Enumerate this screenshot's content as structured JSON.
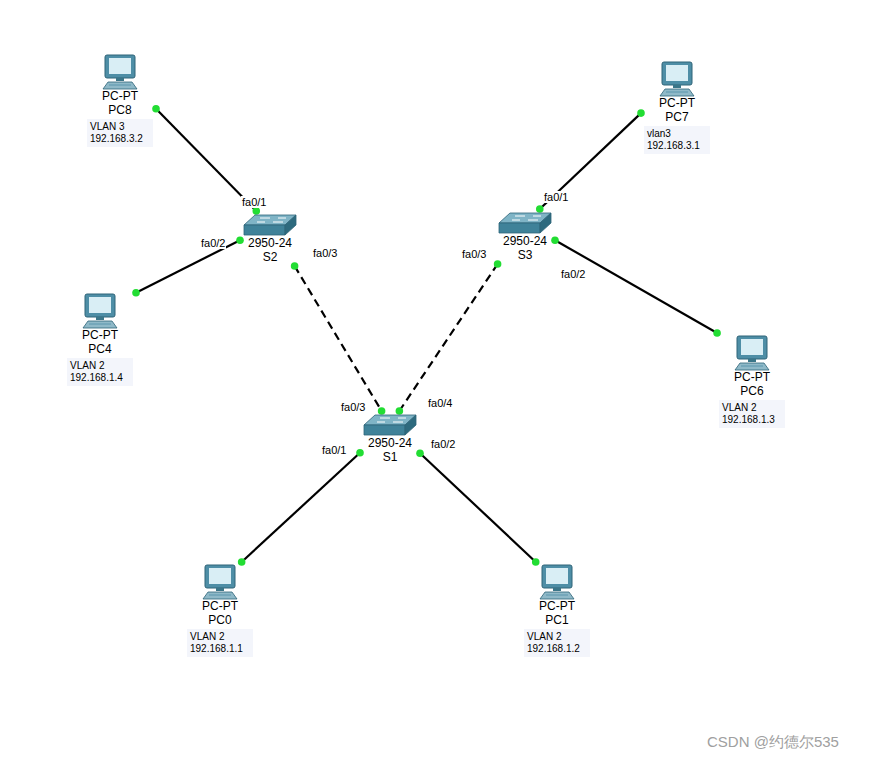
{
  "diagram": {
    "nodes": [
      {
        "text": [
          "PC-PT",
          "PC8",
          "VLAN 3 192.168.3.2"
        ]
      },
      {
        "text": [
          "PC-PT",
          "PC7",
          "vlan3 192.168.3.1"
        ]
      },
      {
        "text": [
          "2950-24",
          "S2"
        ]
      },
      {
        "text": [
          "2950-24",
          "S3"
        ]
      },
      {
        "text": [
          "PC-PT",
          "PC4",
          "VLAN 2 192.168.1.4"
        ]
      },
      {
        "text": [
          "PC-PT",
          "PC6",
          "VLAN 2 192.168.1.3"
        ]
      },
      {
        "text": [
          "2950-24",
          "S1"
        ]
      },
      {
        "text": [
          "PC-PT",
          "PC0",
          "VLAN 2 192.168.1.1"
        ]
      },
      {
        "text": [
          "PC-PT",
          "PC1",
          "VLAN 2 192.168.1.2"
        ]
      }
    ],
    "edges": [
      {
        "from": 0,
        "to": 2,
        "arrow": "none"
      },
      {
        "from": 4,
        "to": 2,
        "arrow": "none"
      },
      {
        "from": 1,
        "to": 3,
        "arrow": "none"
      },
      {
        "from": 5,
        "to": 3,
        "arrow": "none"
      },
      {
        "from": 2,
        "to": 6,
        "arrow": "none"
      },
      {
        "from": 3,
        "to": 6,
        "arrow": "none"
      },
      {
        "from": 7,
        "to": 6,
        "arrow": "none"
      },
      {
        "from": 8,
        "to": 6,
        "arrow": "none"
      }
    ],
    "labels": [
      "fa0/1",
      "fa0/1",
      "fa0/2",
      "fa0/3",
      "fa0/3",
      "fa0/2",
      "fa0/4",
      "fa0/3",
      "fa0/2",
      "fa0/1",
      "CSDN @约德尔535"
    ]
  }
}
